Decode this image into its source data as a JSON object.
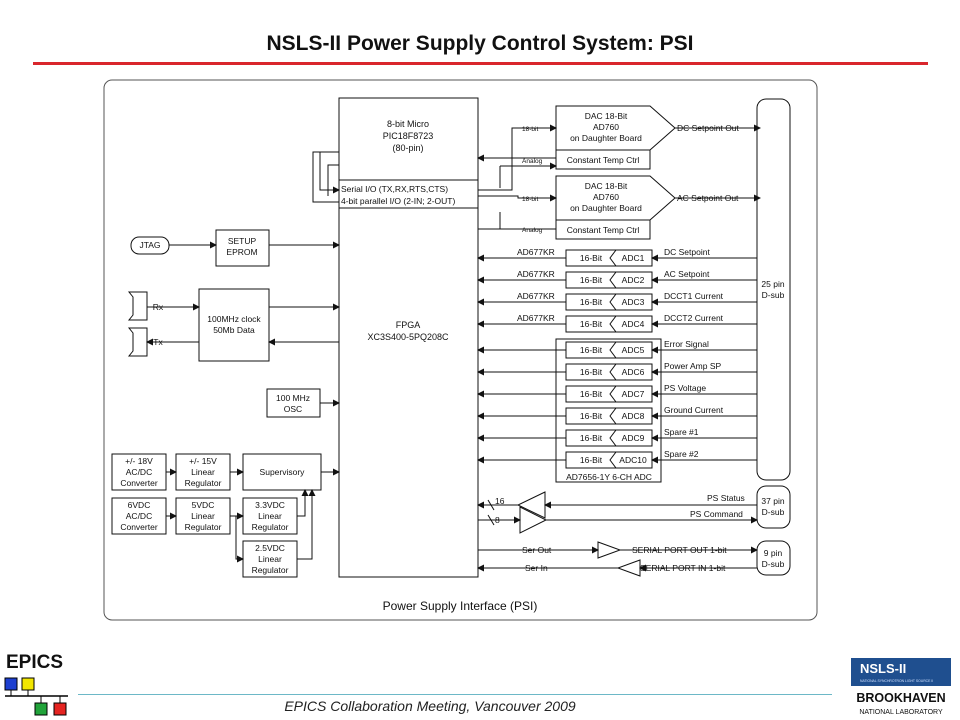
{
  "title": "NSLS-II Power Supply Control System: PSI",
  "footer": "EPICS Collaboration Meeting, Vancouver 2009",
  "logos": {
    "epics": "EPICS",
    "nsls": "NSLS-II",
    "nsls_sub": "NATIONAL SYNCHROTRON LIGHT SOURCE II",
    "brookhaven": "BROOKHAVEN",
    "bnl_sub": "NATIONAL LABORATORY"
  },
  "diagram": {
    "caption": "Power Supply Interface (PSI)",
    "micro": [
      "8-bit Micro",
      "PIC18F8723",
      "(80-pin)"
    ],
    "serial_io": [
      "Serial I/O (TX,RX,RTS,CTS)",
      "4-bit parallel I/O (2-IN; 2-OUT)"
    ],
    "fpga": [
      "FPGA",
      "XC3S400-5PQ208C"
    ],
    "dacs": [
      {
        "bits": "18-bit",
        "analog": "Analog",
        "lines": [
          "DAC 18-Bit",
          "AD760",
          "on Daughter Board"
        ],
        "temp": "Constant Temp Ctrl",
        "output": "DC Setpoint Out"
      },
      {
        "bits": "18-bit",
        "analog": "Analog",
        "lines": [
          "DAC 18-Bit",
          "AD760",
          "on Daughter Board"
        ],
        "temp": "Constant Temp Ctrl",
        "output": "AC Setpoint Out"
      }
    ],
    "jtag": "JTAG",
    "setup": [
      "SETUP",
      "EPROM"
    ],
    "rx": "Rx",
    "tx": "Tx",
    "clock": [
      "100MHz clock",
      "50Mb Data"
    ],
    "osc": [
      "100 MHz",
      "OSC"
    ],
    "adc_upper": [
      {
        "chip": "AD677KR",
        "bits": "16-Bit",
        "adc": "ADC1",
        "signal": "DC Setpoint"
      },
      {
        "chip": "AD677KR",
        "bits": "16-Bit",
        "adc": "ADC2",
        "signal": "AC Setpoint"
      },
      {
        "chip": "AD677KR",
        "bits": "16-Bit",
        "adc": "ADC3",
        "signal": "DCCT1 Current"
      },
      {
        "chip": "AD677KR",
        "bits": "16-Bit",
        "adc": "ADC4",
        "signal": "DCCT2 Current"
      }
    ],
    "adc_lower": [
      {
        "bits": "16-Bit",
        "adc": "ADC5",
        "signal": "Error Signal"
      },
      {
        "bits": "16-Bit",
        "adc": "ADC6",
        "signal": "Power Amp SP"
      },
      {
        "bits": "16-Bit",
        "adc": "ADC7",
        "signal": "PS Voltage"
      },
      {
        "bits": "16-Bit",
        "adc": "ADC8",
        "signal": "Ground Current"
      },
      {
        "bits": "16-Bit",
        "adc": "ADC9",
        "signal": "Spare #1"
      },
      {
        "bits": "16-Bit",
        "adc": "ADC10",
        "signal": "Spare #2"
      }
    ],
    "adc_group_label": "AD7656-1Y 6-CH ADC",
    "dsub25": [
      "25 pin",
      "D-sub"
    ],
    "dsub37": [
      "37 pin",
      "D-sub"
    ],
    "dsub9": [
      "9 pin",
      "D-sub"
    ],
    "ps_status": "PS Status",
    "ps_command": "PS Command",
    "bus16": "16",
    "bus8": "8",
    "ser_out": "Ser Out",
    "ser_in": "Ser In",
    "serial_out": "SERIAL PORT OUT 1-bit",
    "serial_in": "SERIAL PORT IN 1-bit",
    "power": {
      "conv18": [
        "+/- 18V",
        "AC/DC",
        "Converter"
      ],
      "reg15": [
        "+/- 15V",
        "Linear",
        "Regulator"
      ],
      "supervisory": "Supervisory",
      "conv6": [
        "6VDC",
        "AC/DC",
        "Converter"
      ],
      "reg5": [
        "5VDC",
        "Linear",
        "Regulator"
      ],
      "reg33": [
        "3.3VDC",
        "Linear",
        "Regulator"
      ],
      "reg25": [
        "2.5VDC",
        "Linear",
        "Regulator"
      ]
    }
  }
}
